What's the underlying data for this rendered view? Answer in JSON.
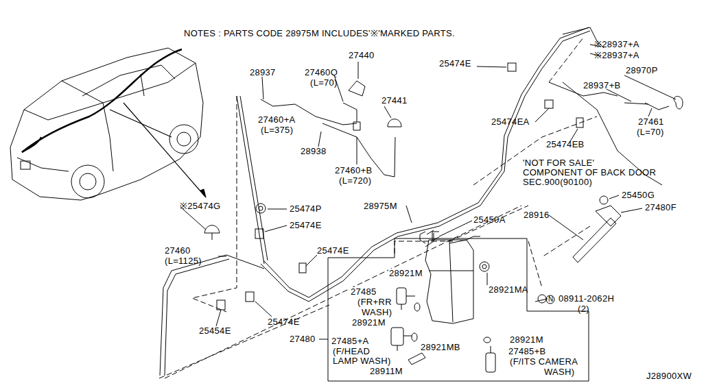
{
  "diagram": {
    "nodes": [
      {
        "text": [
          "28921M",
          "27485",
          "(FR+RR",
          "WASH)",
          "28921M",
          "27485+A",
          "(F/HEAD",
          "LAMP WASH)",
          "28911M",
          "28921MB",
          "28921M",
          "27485+B",
          "(F/ITS CAMERA",
          "WASH)"
        ]
      }
    ],
    "edges": [],
    "labels": [
      "NOTES : PARTS CODE 28975M INCLUDES'※'MARKED PARTS.",
      "27440",
      "28937",
      "27460Q",
      "(L=70)",
      "27441",
      "27460+A",
      "(L=375)",
      "28938",
      "27460+B",
      "(L=720)",
      "25474E",
      "※28937+A",
      "※28937+A",
      "28970P",
      "28937+B",
      "25474EA",
      "25474EB",
      "27461",
      "(L=70)",
      "'NOT FOR SALE'",
      "COMPONENT OF BACK DOOR",
      "SEC.900(90100)",
      "※25474G",
      "25474P",
      "25474E",
      "28975M",
      "25450A",
      "25450G",
      "27480F",
      "28916",
      "27460",
      "(L=1125)",
      "25474E",
      "25474E",
      "25454E",
      "28921MA",
      "N",
      "08911-2062H",
      "(2)",
      "27480",
      "J28900XW"
    ]
  }
}
